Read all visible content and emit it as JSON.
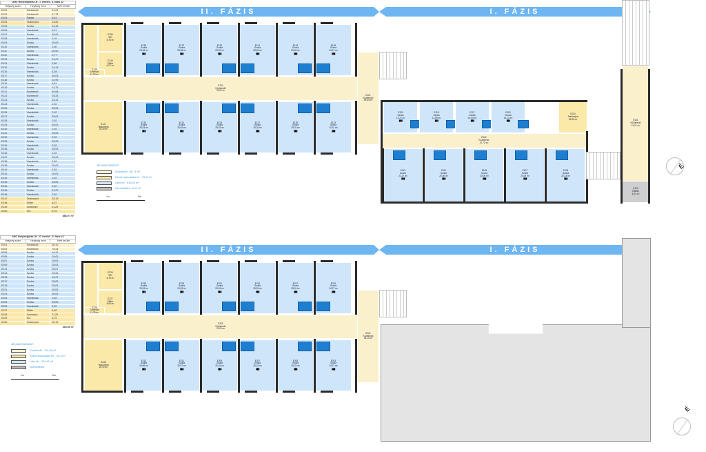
{
  "table_top": {
    "title": "ARC Helyiséglista LH - I. emelet - II. fázis v2",
    "headers": [
      "Helyiség szám",
      "Helyiség neve",
      "Mért terület"
    ],
    "rows": [
      [
        "E101",
        "Közlekedő",
        "41,01",
        "cream"
      ],
      [
        "E102",
        "Közlekedő",
        "47,73",
        "cream"
      ],
      [
        "E103",
        "Raktár",
        "6,01",
        "grey"
      ],
      [
        "E104",
        "Teakonyha",
        "24,82",
        "yel"
      ],
      [
        "E105",
        "Szoba",
        "22,43",
        "blue"
      ],
      [
        "E106",
        "Vizesblokk",
        "2,97",
        "blue"
      ],
      [
        "E107",
        "Szoba",
        "20,09",
        "blue"
      ],
      [
        "E108",
        "Vizesblokk",
        "2,76",
        "blue"
      ],
      [
        "E109",
        "Szoba",
        "20,09",
        "blue"
      ],
      [
        "E110",
        "Vizesblokk",
        "2,00",
        "blue"
      ],
      [
        "E111",
        "Szoba",
        "20,00",
        "blue"
      ],
      [
        "E112",
        "Vizesblokk",
        "2,77",
        "blue"
      ],
      [
        "E113",
        "Szoba",
        "21,27",
        "blue"
      ],
      [
        "E114",
        "Vizesblokk",
        "2,00",
        "blue"
      ],
      [
        "E115",
        "Szoba",
        "14,13",
        "blue"
      ],
      [
        "E116",
        "Vizesblokk",
        "3,28",
        "blue"
      ],
      [
        "E117",
        "Szoba",
        "15,03",
        "blue"
      ],
      [
        "E118",
        "Szoba",
        "14,99",
        "blue"
      ],
      [
        "E119",
        "Vizesblokk",
        "3,12",
        "blue"
      ],
      [
        "E120",
        "Szoba",
        "13,72",
        "blue"
      ],
      [
        "E121",
        "Közlekedő",
        "49,64",
        "blue"
      ],
      [
        "E122",
        "Közlekedő",
        "78,24",
        "blue"
      ],
      [
        "E123",
        "Szoba",
        "24,31",
        "blue"
      ],
      [
        "E124",
        "Vizesblokk",
        "2,92",
        "blue"
      ],
      [
        "E125",
        "Szoba",
        "25,03",
        "blue"
      ],
      [
        "E126",
        "Vizesblokk",
        "2,92",
        "blue"
      ],
      [
        "E127",
        "Szoba",
        "25,03",
        "blue"
      ],
      [
        "E128",
        "Vizesblokk",
        "2,92",
        "blue"
      ],
      [
        "E129",
        "Szoba",
        "25,03",
        "blue"
      ],
      [
        "E130",
        "Vizesblokk",
        "2,92",
        "blue"
      ],
      [
        "E131",
        "Szoba",
        "25,03",
        "blue"
      ],
      [
        "E132",
        "Vizesblokk",
        "2,92",
        "blue"
      ],
      [
        "E133",
        "Szoba",
        "25,03",
        "blue"
      ],
      [
        "E134",
        "Vizesblokk",
        "2,92",
        "blue"
      ],
      [
        "E135",
        "Szoba",
        "25,03",
        "blue"
      ],
      [
        "E136",
        "Vizesblokk",
        "2,92",
        "blue"
      ],
      [
        "E137",
        "Szoba",
        "25,03",
        "blue"
      ],
      [
        "E138",
        "Vizesblokk",
        "2,92",
        "blue"
      ],
      [
        "E139",
        "Szoba",
        "25,03",
        "blue"
      ],
      [
        "E140",
        "Vizesblokk",
        "2,92",
        "blue"
      ],
      [
        "E141",
        "Szoba",
        "25,03",
        "blue"
      ],
      [
        "E142",
        "Vizesblokk",
        "2,92",
        "blue"
      ],
      [
        "E143",
        "Szoba",
        "25,03",
        "blue"
      ],
      [
        "E144",
        "Vizesblokk",
        "2,92",
        "blue"
      ],
      [
        "E145",
        "Szoba",
        "24,27",
        "blue"
      ],
      [
        "E146",
        "Vizesblokk",
        "2,92",
        "blue"
      ],
      [
        "E147",
        "Teakonyha",
        "25,19",
        "yel"
      ],
      [
        "E148",
        "Előtér",
        "6,07",
        "yel"
      ],
      [
        "E149",
        "Zuhanyzó",
        "11,29",
        "yel"
      ],
      [
        "E150",
        "WC",
        "6,75",
        "yel"
      ]
    ],
    "total": "888,97 m²"
  },
  "table_bottom": {
    "title": "ARC Helyiséglista LH - II. emelet - II. fázis v2",
    "headers": [
      "Helyiség szám",
      "Helyiség neve",
      "Mért terület"
    ],
    "rows": [
      [
        "E201",
        "Közlekedő",
        "36,10",
        "cream"
      ],
      [
        "E202",
        "Közlekedő",
        "78,24",
        "cream"
      ],
      [
        "E203",
        "Szoba",
        "24,37",
        "blue"
      ],
      [
        "E205",
        "Szoba",
        "25,03",
        "blue"
      ],
      [
        "E207",
        "Szoba",
        "25,03",
        "blue"
      ],
      [
        "E209",
        "Szoba",
        "25,03",
        "blue"
      ],
      [
        "E211",
        "Szoba",
        "25,07",
        "blue"
      ],
      [
        "E213",
        "Szoba",
        "25,06",
        "blue"
      ],
      [
        "E215",
        "Szoba",
        "24,27",
        "blue"
      ],
      [
        "E217",
        "Szoba",
        "25,03",
        "blue"
      ],
      [
        "E219",
        "Szoba",
        "25,03",
        "blue"
      ],
      [
        "E221",
        "Szoba",
        "25,03",
        "blue"
      ],
      [
        "E223",
        "Szoba",
        "25,03",
        "blue"
      ],
      [
        "E224",
        "Vizesblokk",
        "2,92",
        "blue"
      ],
      [
        "E225",
        "Szoba",
        "25,03",
        "blue"
      ],
      [
        "E226",
        "Vizesblokk",
        "2,92",
        "blue"
      ],
      [
        "E227",
        "Előtér",
        "6,06",
        "yel"
      ],
      [
        "E228",
        "Zuhanyzó",
        "11,29",
        "yel"
      ],
      [
        "E229",
        "WC",
        "6,75",
        "yel"
      ],
      [
        "E230",
        "Teakonyha",
        "25,19",
        "yel"
      ]
    ],
    "total": "453,55 m²"
  },
  "legend_top": {
    "title": "JELMAGYARÁZAT:",
    "items": [
      {
        "label": "Közlekedő - 88,71 m²",
        "color": "#fdf3cf"
      },
      {
        "label": "Közös használatú tér - 79,11 m²",
        "color": "#fbe7a8"
      },
      {
        "label": "Lakó tér - 633,48 m²",
        "color": "#cfe6fa"
      },
      {
        "label": "Üzemeltetés - 6,01 m²",
        "color": "#bdbdbd"
      }
    ],
    "scale": [
      "1m",
      "5m"
    ]
  },
  "legend_bottom": {
    "title": "JELMAGYARÁZAT:",
    "items": [
      {
        "label": "Közlekedő - 114,34 m²",
        "color": "#fdf3cf"
      },
      {
        "label": "Közös használatú tér - 54,3 m²",
        "color": "#fbe7a8"
      },
      {
        "label": "Lakó tér - 294,91 m²",
        "color": "#cfe6fa"
      },
      {
        "label": "Üzemeltetés",
        "color": "#bdbdbd"
      }
    ],
    "scale": [
      "1m",
      "5m"
    ]
  },
  "banners": {
    "phase2": "II. FÁZIS",
    "phase1": "I. FÁZIS"
  },
  "north_label": "É",
  "plan_top": {
    "wing_top": [
      [
        "E135",
        "Szoba",
        "25,03 m²"
      ],
      [
        "E137",
        "Szoba",
        "25,03 m²"
      ],
      [
        "E139",
        "Szoba",
        "25,03 m²"
      ],
      [
        "E141",
        "Szoba",
        "25,03 m²"
      ],
      [
        "E143",
        "Szoba",
        "25,03 m²"
      ],
      [
        "E145",
        "Szoba",
        "24,27 m²"
      ]
    ],
    "wing_bottom": [
      [
        "E133",
        "Szoba",
        "25,03 m²"
      ],
      [
        "E131",
        "Szoba",
        "25,03 m²"
      ],
      [
        "E129",
        "Szoba",
        "25,03 m²"
      ],
      [
        "E127",
        "Szoba",
        "25,03 m²"
      ],
      [
        "E125",
        "Szoba",
        "25,03 m²"
      ],
      [
        "E123",
        "Szoba",
        "24,31 m²"
      ]
    ],
    "end_rooms": [
      [
        "E150",
        "WC",
        "6,75 m²"
      ],
      [
        "E148",
        "Előtér",
        "6,07 m²"
      ],
      [
        "E149",
        "Zuhanyzó",
        "11,29 m²"
      ],
      [
        "E147",
        "Teakonyha",
        "25,19 m²"
      ]
    ],
    "corridor": [
      "E122",
      "Közlekedő",
      "78,24 m²"
    ],
    "connector": [
      "E121",
      "Közlekedő",
      "49,64 m²"
    ],
    "east_top": [
      [
        "E120",
        "Szoba",
        "13,72 m²"
      ],
      [
        "E118",
        "Szoba",
        "14,99 m²"
      ],
      [
        "E117",
        "Szoba",
        "15,03 m²"
      ],
      [
        "E115",
        "Szoba",
        "14,13 m²"
      ]
    ],
    "east_kitchen": [
      "E104",
      "Teakonyha",
      "24,82 m²"
    ],
    "east_bottom": [
      [
        "E113",
        "Szoba",
        "21,27 m²"
      ],
      [
        "E111",
        "Szoba",
        "20,00 m²"
      ],
      [
        "E109",
        "Szoba",
        "20,09 m²"
      ],
      [
        "E107",
        "Szoba",
        "20,09 m²"
      ],
      [
        "E105",
        "Szoba",
        "22,43 m²"
      ]
    ],
    "east_corridor": [
      "E102",
      "Közlekedő",
      "47,73 m²"
    ],
    "tower": [
      "E101",
      "Közlekedő",
      "41,01 m²"
    ],
    "storage": [
      "E103",
      "Raktár",
      "6,01 m²"
    ]
  },
  "plan_bottom": {
    "wing_top": [
      [
        "E225",
        "Szoba",
        "25,03 m²"
      ],
      [
        "E223",
        "Szoba",
        "25,03 m²"
      ],
      [
        "E221",
        "Szoba",
        "25,03 m²"
      ],
      [
        "E219",
        "Szoba",
        "25,03 m²"
      ],
      [
        "E217",
        "Szoba",
        "25,03 m²"
      ],
      [
        "E215",
        "Szoba",
        "24,27 m²"
      ]
    ],
    "wing_bottom": [
      [
        "E213",
        "Szoba",
        "25,06 m²"
      ],
      [
        "E211",
        "Szoba",
        "25,07 m²"
      ],
      [
        "E209",
        "Szoba",
        "25,03 m²"
      ],
      [
        "E207",
        "Szoba",
        "25,03 m²"
      ],
      [
        "E205",
        "Szoba",
        "25,03 m²"
      ],
      [
        "E203",
        "Szoba",
        "24,37 m²"
      ]
    ],
    "end_rooms": [
      [
        "E229",
        "WC",
        "6,75 m²"
      ],
      [
        "E227",
        "Előtér",
        "6,06 m²"
      ],
      [
        "E228",
        "Zuhanyzó",
        "11,29 m²"
      ],
      [
        "E230",
        "Teakonyha",
        "25,19 m²"
      ]
    ],
    "corridor": [
      "E202",
      "Közlekedő",
      "78,24 m²"
    ],
    "connector": [
      "E201",
      "Közlekedő",
      "36,10 m²"
    ]
  }
}
